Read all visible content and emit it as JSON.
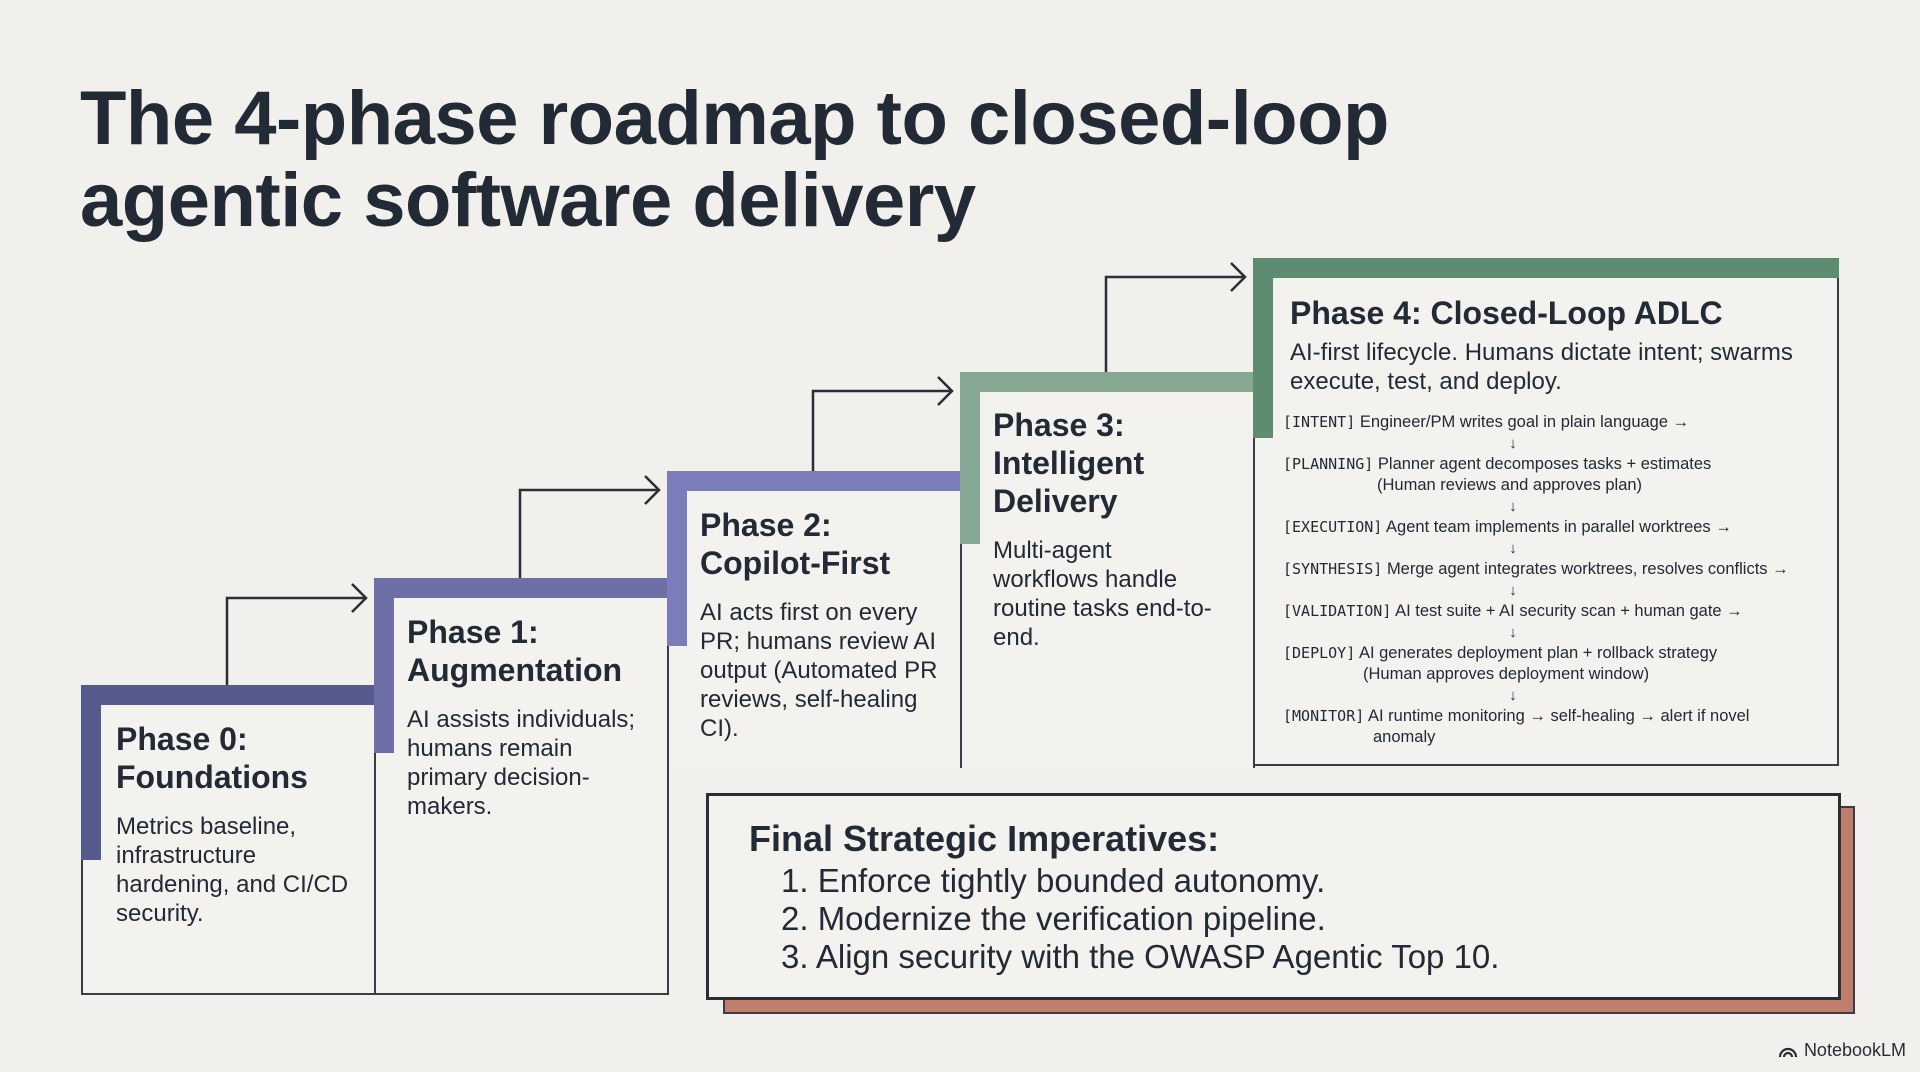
{
  "title_line1": "The 4-phase roadmap to closed-loop",
  "title_line2": "agentic software delivery",
  "colors": {
    "phase0": "#565b8e",
    "phase1": "#6e6fa6",
    "phase2": "#7b7dbb",
    "phase3": "#86a791",
    "phase4": "#5d8c70",
    "imperatives_shadow": "#c07d6c",
    "background": "#f1f0ec"
  },
  "phases": [
    {
      "title": "Phase 0: Foundations",
      "desc": "Metrics baseline, infrastructure hardening, and CI/CD security."
    },
    {
      "title": "Phase 1: Augmentation",
      "desc": "AI assists individuals; humans remain primary decision-makers."
    },
    {
      "title": "Phase 2: Copilot-First",
      "desc": "AI acts first on every PR; humans review AI output (Automated PR reviews, self-healing CI)."
    },
    {
      "title": "Phase 3: Intelligent Delivery",
      "desc": "Multi-agent workflows handle routine tasks end-to-end."
    },
    {
      "title": "Phase 4: Closed-Loop ADLC",
      "desc": "AI-first lifecycle. Humans dictate intent; swarms execute, test, and deploy."
    }
  ],
  "flow": [
    {
      "tag": "[INTENT]",
      "text": "Engineer/PM writes goal in plain language →",
      "sub": ""
    },
    {
      "tag": "[PLANNING]",
      "text": "Planner agent decomposes tasks + estimates",
      "sub": "(Human reviews and approves plan)"
    },
    {
      "tag": "[EXECUTION]",
      "text": "Agent team implements in parallel worktrees →",
      "sub": ""
    },
    {
      "tag": "[SYNTHESIS]",
      "text": "Merge agent integrates worktrees, resolves conflicts →",
      "sub": ""
    },
    {
      "tag": "[VALIDATION]",
      "text": "AI test suite + AI security scan + human gate →",
      "sub": ""
    },
    {
      "tag": "[DEPLOY]",
      "text": "AI generates deployment plan + rollback strategy",
      "sub": "(Human approves deployment window)"
    },
    {
      "tag": "[MONITOR]",
      "text": "AI runtime monitoring → self-healing → alert if novel",
      "sub": "anomaly"
    }
  ],
  "down_arrow": "↓",
  "imperatives": {
    "title": "Final Strategic Imperatives:",
    "items": [
      "1. Enforce tightly bounded autonomy.",
      "2. Modernize the verification pipeline.",
      "3. Align security with the OWASP Agentic Top 10."
    ]
  },
  "brand": "NotebookLM"
}
